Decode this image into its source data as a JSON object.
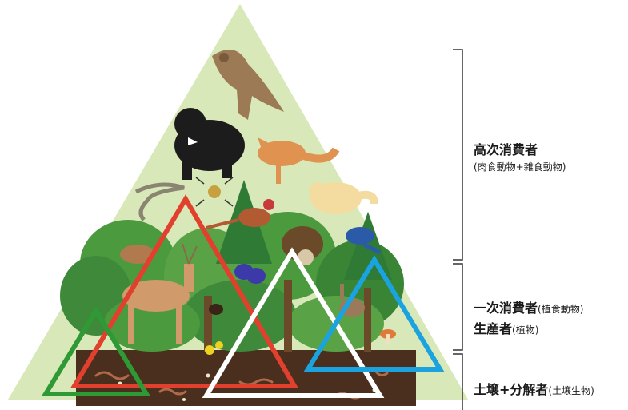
{
  "levels": {
    "top": {
      "title": "高次消費者",
      "subtitle": "(肉食動物+雑食動物)"
    },
    "middle_1": {
      "title": "一次消費者",
      "subtitle": "(植食動物)"
    },
    "middle_2": {
      "title": "生産者",
      "subtitle": "(植物)"
    },
    "bottom": {
      "title": "土壌+分解者",
      "subtitle": "(土壌生物)"
    }
  },
  "colors": {
    "pyramid": "#d8e8b8",
    "soil": "#4a2e1e",
    "forest": "#3f8a3a",
    "overlay_red": "#e2402e",
    "overlay_green": "#2f9a35",
    "overlay_white": "#ffffff",
    "overlay_blue": "#1aa3df"
  },
  "icons": [
    "hawk-icon",
    "bear-icon",
    "fox-icon",
    "marten-icon",
    "snake-icon",
    "spider-icon",
    "pheasant-icon",
    "raccoon-dog-icon",
    "bird-icon",
    "mouse-icon",
    "deer-icon",
    "butterfly-icon",
    "beetle-icon",
    "rabbit-icon",
    "mushroom-icon",
    "flower-icon",
    "tree-icon",
    "earthworm-icon"
  ]
}
